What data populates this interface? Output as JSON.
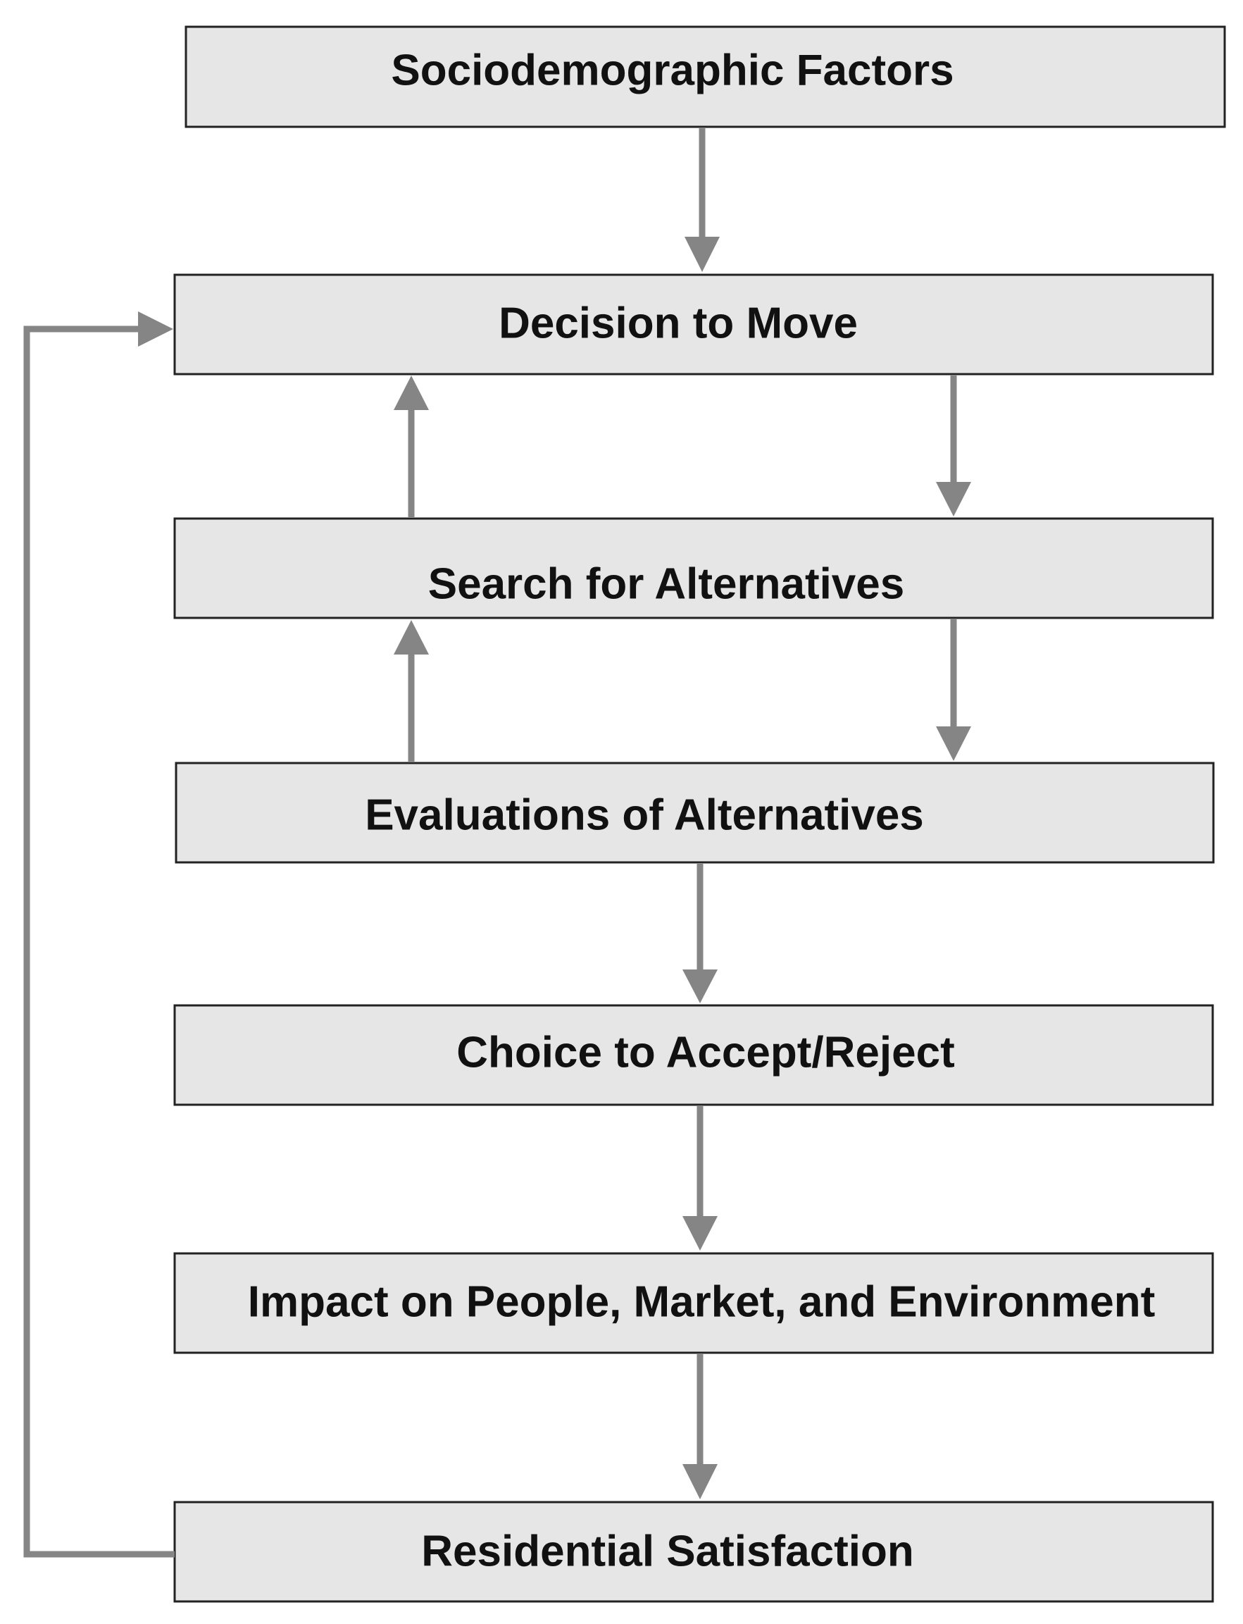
{
  "diagram": {
    "type": "flowchart",
    "colors": {
      "box_fill": "#e6e6e6",
      "box_border": "#222222",
      "arrow": "#858585",
      "text": "#111111"
    },
    "nodes": [
      {
        "id": "sociodemographic",
        "label": "Sociodemographic Factors"
      },
      {
        "id": "decision",
        "label": "Decision to Move"
      },
      {
        "id": "search",
        "label": "Search for Alternatives"
      },
      {
        "id": "evaluations",
        "label": "Evaluations of Alternatives"
      },
      {
        "id": "choice",
        "label": "Choice to Accept/Reject"
      },
      {
        "id": "impact",
        "label": "Impact on People, Market, and Environment"
      },
      {
        "id": "satisfaction",
        "label": "Residential Satisfaction"
      }
    ],
    "edges": [
      {
        "from": "sociodemographic",
        "to": "decision"
      },
      {
        "from": "decision",
        "to": "search"
      },
      {
        "from": "search",
        "to": "decision"
      },
      {
        "from": "search",
        "to": "evaluations"
      },
      {
        "from": "evaluations",
        "to": "search"
      },
      {
        "from": "evaluations",
        "to": "choice"
      },
      {
        "from": "choice",
        "to": "impact"
      },
      {
        "from": "impact",
        "to": "satisfaction"
      },
      {
        "from": "satisfaction",
        "to": "decision",
        "route": "feedback-loop-left"
      }
    ]
  }
}
